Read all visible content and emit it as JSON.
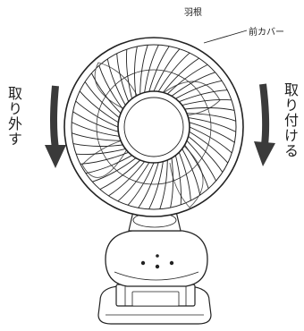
{
  "labels": {
    "blades": "羽根",
    "front_cover": "前カバー",
    "remove": "取り外す",
    "attach": "取り付ける"
  },
  "colors": {
    "line": "#222222",
    "arrow": "#3a3a3a",
    "background": "#ffffff"
  }
}
